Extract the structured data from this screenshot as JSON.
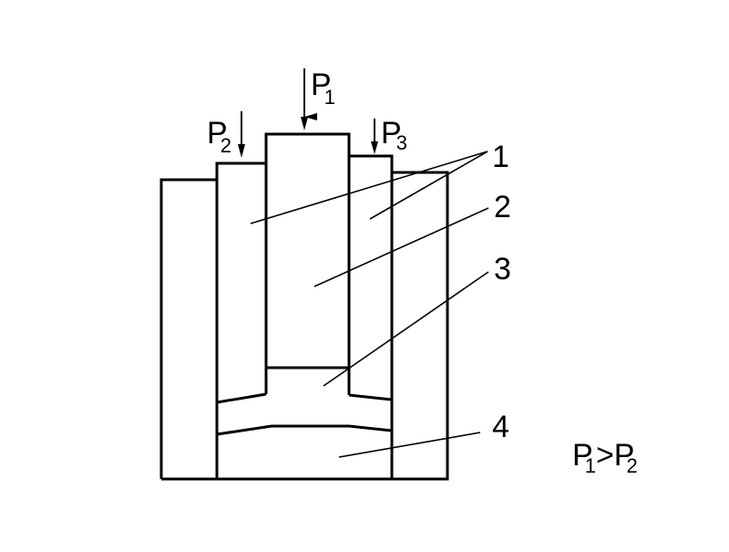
{
  "labels": {
    "p1": {
      "base": "P",
      "sub": "1"
    },
    "p2": {
      "base": "P",
      "sub": "2"
    },
    "p3": {
      "base": "P",
      "sub": "3"
    },
    "part1": "1",
    "part2": "2",
    "part3": "3",
    "part4": "4"
  },
  "condition": {
    "left": "P",
    "left_sub": "1",
    "op": ">",
    "right": "P",
    "right_sub": "2"
  },
  "colors": {
    "stroke": "#000000",
    "background": "#ffffff"
  }
}
